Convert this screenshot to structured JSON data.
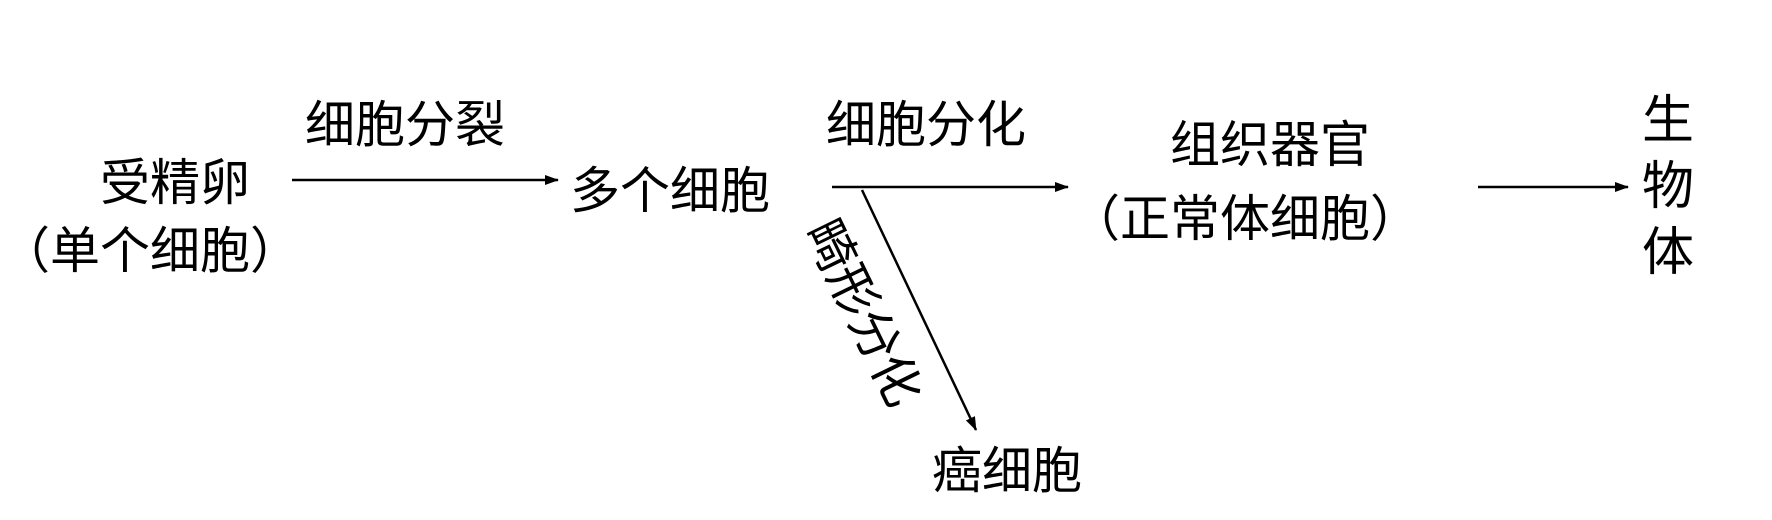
{
  "nodes": {
    "zygote_line1": "受精卵",
    "zygote_line2": "（单个细胞）",
    "multi_cells": "多个细胞",
    "tissue_line1": "组织器官",
    "tissue_line2": "（正常体细胞）",
    "organism": [
      "生",
      "物",
      "体"
    ],
    "cancer_cell": "癌细胞"
  },
  "edges": {
    "division": "细胞分裂",
    "differentiation": "细胞分化",
    "abnormal": "畸形分化"
  }
}
